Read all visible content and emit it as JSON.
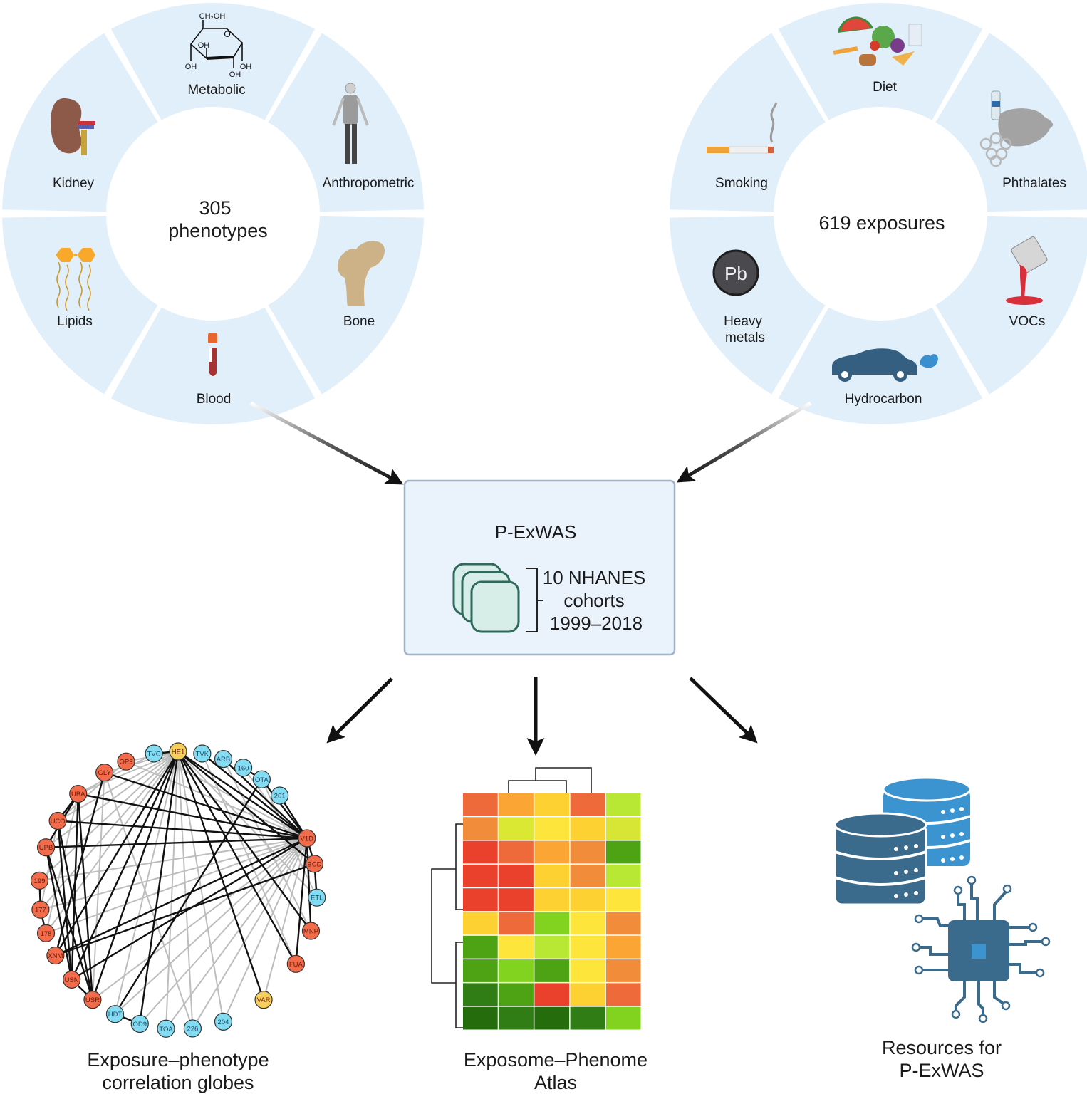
{
  "phenotype_wheel": {
    "center_line1": "305",
    "center_line2": "phenotypes",
    "segments": [
      {
        "label": "Metabolic",
        "icon": "glucose-molecule-icon"
      },
      {
        "label": "Anthropometric",
        "icon": "human-figure-icon"
      },
      {
        "label": "Bone",
        "icon": "femur-bone-icon"
      },
      {
        "label": "Blood",
        "icon": "blood-tube-icon"
      },
      {
        "label": "Lipids",
        "icon": "lipid-molecule-icon"
      },
      {
        "label": "Kidney",
        "icon": "kidney-icon"
      }
    ],
    "glucose_labels": {
      "ch2oh": "CH₂OH",
      "o": "O",
      "oh": "OH"
    }
  },
  "exposure_wheel": {
    "center_label": "619 exposures",
    "segments": [
      {
        "label": "Diet",
        "icon": "food-icon"
      },
      {
        "label": "Phthalates",
        "icon": "plastics-icon"
      },
      {
        "label": "VOCs",
        "icon": "paint-can-icon"
      },
      {
        "label": "Hydrocarbon",
        "icon": "car-exhaust-icon"
      },
      {
        "label": "Heavy",
        "label2": "metals",
        "icon": "lead-element-icon"
      },
      {
        "label": "Smoking",
        "icon": "cigarette-icon"
      }
    ],
    "lead_symbol": "Pb"
  },
  "center_box": {
    "title": "P-ExWAS",
    "line1": "10 NHANES",
    "line2": "cohorts",
    "line3": "1999–2018"
  },
  "outputs": {
    "globe_caption_1": "Exposure–phenotype",
    "globe_caption_2": "correlation globes",
    "atlas_caption_1": "Exposome–Phenome",
    "atlas_caption_2": "Atlas",
    "resources_caption_1": "Resources for",
    "resources_caption_2": "P-ExWAS"
  },
  "colors": {
    "wheel_fill": "#e1effb",
    "box_fill": "#eaf2fb",
    "box_border": "#9fb3c8",
    "node_orange": "#f26b4a",
    "node_cyan": "#84dcf2",
    "node_yellow": "#f5cf5b",
    "db_dark": "#3a6a8c",
    "db_light": "#3b93cf"
  },
  "network": {
    "nodes": [
      {
        "id": "HE1",
        "type": "yellow"
      },
      {
        "id": "TVK",
        "type": "cyan"
      },
      {
        "id": "ARB",
        "type": "cyan"
      },
      {
        "id": "160",
        "type": "cyan"
      },
      {
        "id": "OTA",
        "type": "cyan"
      },
      {
        "id": "201",
        "type": "cyan"
      },
      {
        "id": "V1D",
        "type": "orange"
      },
      {
        "id": "BCD",
        "type": "orange"
      },
      {
        "id": "ETL",
        "type": "cyan"
      },
      {
        "id": "MNP",
        "type": "orange"
      },
      {
        "id": "FUA",
        "type": "orange"
      },
      {
        "id": "VAR",
        "type": "yellow"
      },
      {
        "id": "204",
        "type": "cyan"
      },
      {
        "id": "226",
        "type": "cyan"
      },
      {
        "id": "TOA",
        "type": "cyan"
      },
      {
        "id": "OD9",
        "type": "cyan"
      },
      {
        "id": "HDT",
        "type": "cyan"
      },
      {
        "id": "USR",
        "type": "orange"
      },
      {
        "id": "USN",
        "type": "orange"
      },
      {
        "id": "XNM",
        "type": "orange"
      },
      {
        "id": "178",
        "type": "orange"
      },
      {
        "id": "177",
        "type": "orange"
      },
      {
        "id": "199",
        "type": "orange"
      },
      {
        "id": "UPB",
        "type": "orange"
      },
      {
        "id": "UCO",
        "type": "orange"
      },
      {
        "id": "UBA",
        "type": "orange"
      },
      {
        "id": "GLY",
        "type": "orange"
      },
      {
        "id": "OP3",
        "type": "orange"
      },
      {
        "id": "TVC",
        "type": "cyan"
      }
    ],
    "strong_edges": [
      [
        "HE1",
        "V1D"
      ],
      [
        "HE1",
        "USR"
      ],
      [
        "HE1",
        "USN"
      ],
      [
        "HE1",
        "XNM"
      ],
      [
        "HE1",
        "OD9"
      ],
      [
        "HE1",
        "FUA"
      ],
      [
        "HE1",
        "BCD"
      ],
      [
        "HE1",
        "MNP"
      ],
      [
        "TVK",
        "V1D"
      ],
      [
        "ARB",
        "V1D"
      ],
      [
        "160",
        "OTA"
      ],
      [
        "OTA",
        "V1D"
      ],
      [
        "201",
        "V1D"
      ],
      [
        "V1D",
        "UBA"
      ],
      [
        "V1D",
        "UCO"
      ],
      [
        "V1D",
        "UPB"
      ],
      [
        "V1D",
        "GLY"
      ],
      [
        "V1D",
        "XNM"
      ],
      [
        "V1D",
        "USN"
      ],
      [
        "V1D",
        "FUA"
      ],
      [
        "V1D",
        "MNP"
      ],
      [
        "V1D",
        "BCD"
      ],
      [
        "BCD",
        "ETL"
      ],
      [
        "BCD",
        "XNM"
      ],
      [
        "UBA",
        "USR"
      ],
      [
        "UBA",
        "USN"
      ],
      [
        "UCO",
        "USR"
      ],
      [
        "UCO",
        "USN"
      ],
      [
        "UPB",
        "USR"
      ],
      [
        "UPB",
        "USN"
      ],
      [
        "UPB",
        "UBA"
      ],
      [
        "UCO",
        "UBA"
      ],
      [
        "199",
        "177"
      ],
      [
        "177",
        "178"
      ],
      [
        "USN",
        "USR"
      ],
      [
        "HDT",
        "OD9"
      ],
      [
        "GLY",
        "XNM"
      ],
      [
        "HE1",
        "VAR"
      ],
      [
        "HDT",
        "OTA"
      ],
      [
        "TVC",
        "HE1"
      ]
    ],
    "weak_edges": [
      [
        "HE1",
        "UBA"
      ],
      [
        "HE1",
        "GLY"
      ],
      [
        "HE1",
        "OP3"
      ],
      [
        "HE1",
        "UCO"
      ],
      [
        "HE1",
        "UPB"
      ],
      [
        "HE1",
        "199"
      ],
      [
        "HE1",
        "177"
      ],
      [
        "HE1",
        "178"
      ],
      [
        "HE1",
        "204"
      ],
      [
        "HE1",
        "226"
      ],
      [
        "HE1",
        "TOA"
      ],
      [
        "HE1",
        "HDT"
      ],
      [
        "HE1",
        "ETL"
      ],
      [
        "V1D",
        "TOA"
      ],
      [
        "V1D",
        "226"
      ],
      [
        "V1D",
        "204"
      ],
      [
        "V1D",
        "VAR"
      ],
      [
        "V1D",
        "HDT"
      ],
      [
        "V1D",
        "OD9"
      ],
      [
        "V1D",
        "USR"
      ],
      [
        "V1D",
        "178"
      ],
      [
        "V1D",
        "177"
      ],
      [
        "V1D",
        "199"
      ],
      [
        "V1D",
        "OP3"
      ],
      [
        "V1D",
        "TVC"
      ],
      [
        "TVK",
        "FUA"
      ],
      [
        "ARB",
        "MNP"
      ],
      [
        "160",
        "BCD"
      ],
      [
        "OTA",
        "ETL"
      ],
      [
        "GLY",
        "USR"
      ],
      [
        "OP3",
        "UCO"
      ],
      [
        "TVC",
        "UBA"
      ],
      [
        "UBA",
        "178"
      ],
      [
        "UCO",
        "177"
      ],
      [
        "GLY",
        "226"
      ]
    ]
  },
  "chart_data": {
    "type": "heatmap",
    "title": "Exposome–Phenome Atlas",
    "rows": 10,
    "cols": 5,
    "colors": [
      [
        "#ef6a3a",
        "#fba535",
        "#fdd131",
        "#ef6a3a",
        "#b8e833"
      ],
      [
        "#f08c3a",
        "#dbe833",
        "#fde53c",
        "#fdd131",
        "#d7e534"
      ],
      [
        "#e9412c",
        "#ef6a3a",
        "#fba535",
        "#f08c3a",
        "#4ea314"
      ],
      [
        "#e9412c",
        "#e9412c",
        "#fdd131",
        "#f08c3a",
        "#b8e833"
      ],
      [
        "#e9412c",
        "#e9412c",
        "#fdd131",
        "#fdd131",
        "#fde53c"
      ],
      [
        "#fdd131",
        "#ef6a3a",
        "#81d31f",
        "#fde53c",
        "#f08c3a"
      ],
      [
        "#4ea314",
        "#fde53c",
        "#b8e833",
        "#fde53c",
        "#fba535"
      ],
      [
        "#4ea314",
        "#81d31f",
        "#4ea314",
        "#fde53c",
        "#f08c3a"
      ],
      [
        "#2f7d14",
        "#4ea314",
        "#e9412c",
        "#fdd131",
        "#ef6a3a"
      ],
      [
        "#256c0d",
        "#2f7d14",
        "#256c0d",
        "#2f7d14",
        "#81d31f"
      ]
    ],
    "column_dendrogram": "((col2,col3),col4)",
    "row_dendrogram": "((rows1-4),(rows6-9))",
    "xlabel": "",
    "ylabel": ""
  }
}
